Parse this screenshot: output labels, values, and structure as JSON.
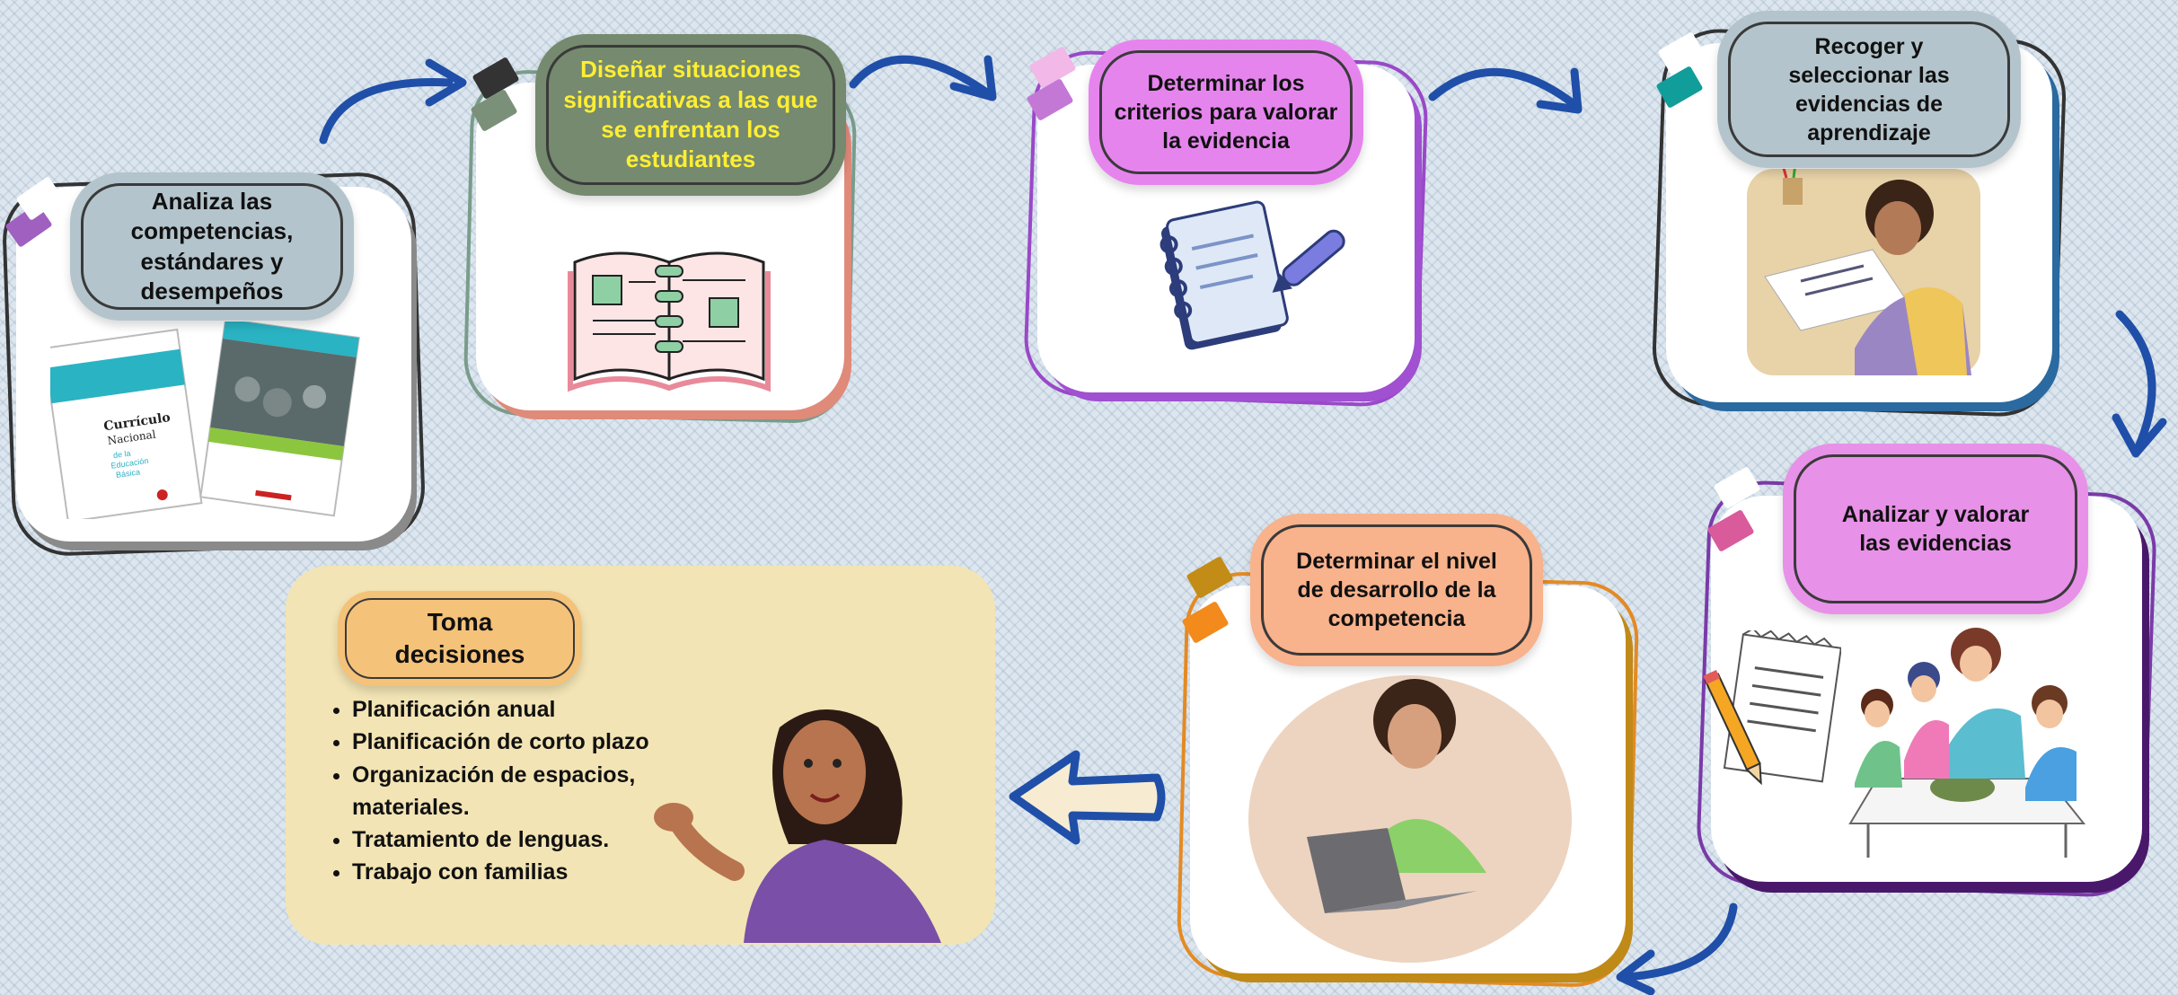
{
  "steps": [
    {
      "label": "Analiza las\ncompetencias,\nestándares y\ndesempeños",
      "color": "#b4c4cc"
    },
    {
      "label": "Diseñar situaciones\nsignificativas a las que\nse enfrentan los\nestudiantes",
      "color": "#758a6e",
      "text_color": "#ffee33"
    },
    {
      "label": "Determinar los\ncriterios para valorar\nla evidencia",
      "color": "#e684ee"
    },
    {
      "label": "Recoger y\nseleccionar las\nevidencias de\naprendizaje",
      "color": "#b4c4cc"
    },
    {
      "label": "Analizar y valorar\nlas evidencias",
      "color": "#e891e8"
    },
    {
      "label": "Determinar el nivel\nde desarrollo de la\ncompetencia",
      "color": "#f8b28c"
    }
  ],
  "decision": {
    "title": "Toma\ndecisiones",
    "items": [
      "Planificación anual",
      "Planificación de corto plazo",
      "Organización de espacios, materiales.",
      "Tratamiento de lenguas.",
      "Trabajo con familias"
    ]
  },
  "book1": {
    "title": "Currículo\nNacional",
    "subtitle": "de la\nEducación\nBásica"
  },
  "colors": {
    "arrow": "#1f4fa8",
    "card_bg": "#ffffff",
    "decision_bg": "#f2e4b4"
  },
  "icons": [
    "notebook-icon",
    "pen-icon",
    "open-book-icon",
    "notepad-icon",
    "pencil-icon",
    "back-arrow-icon"
  ]
}
